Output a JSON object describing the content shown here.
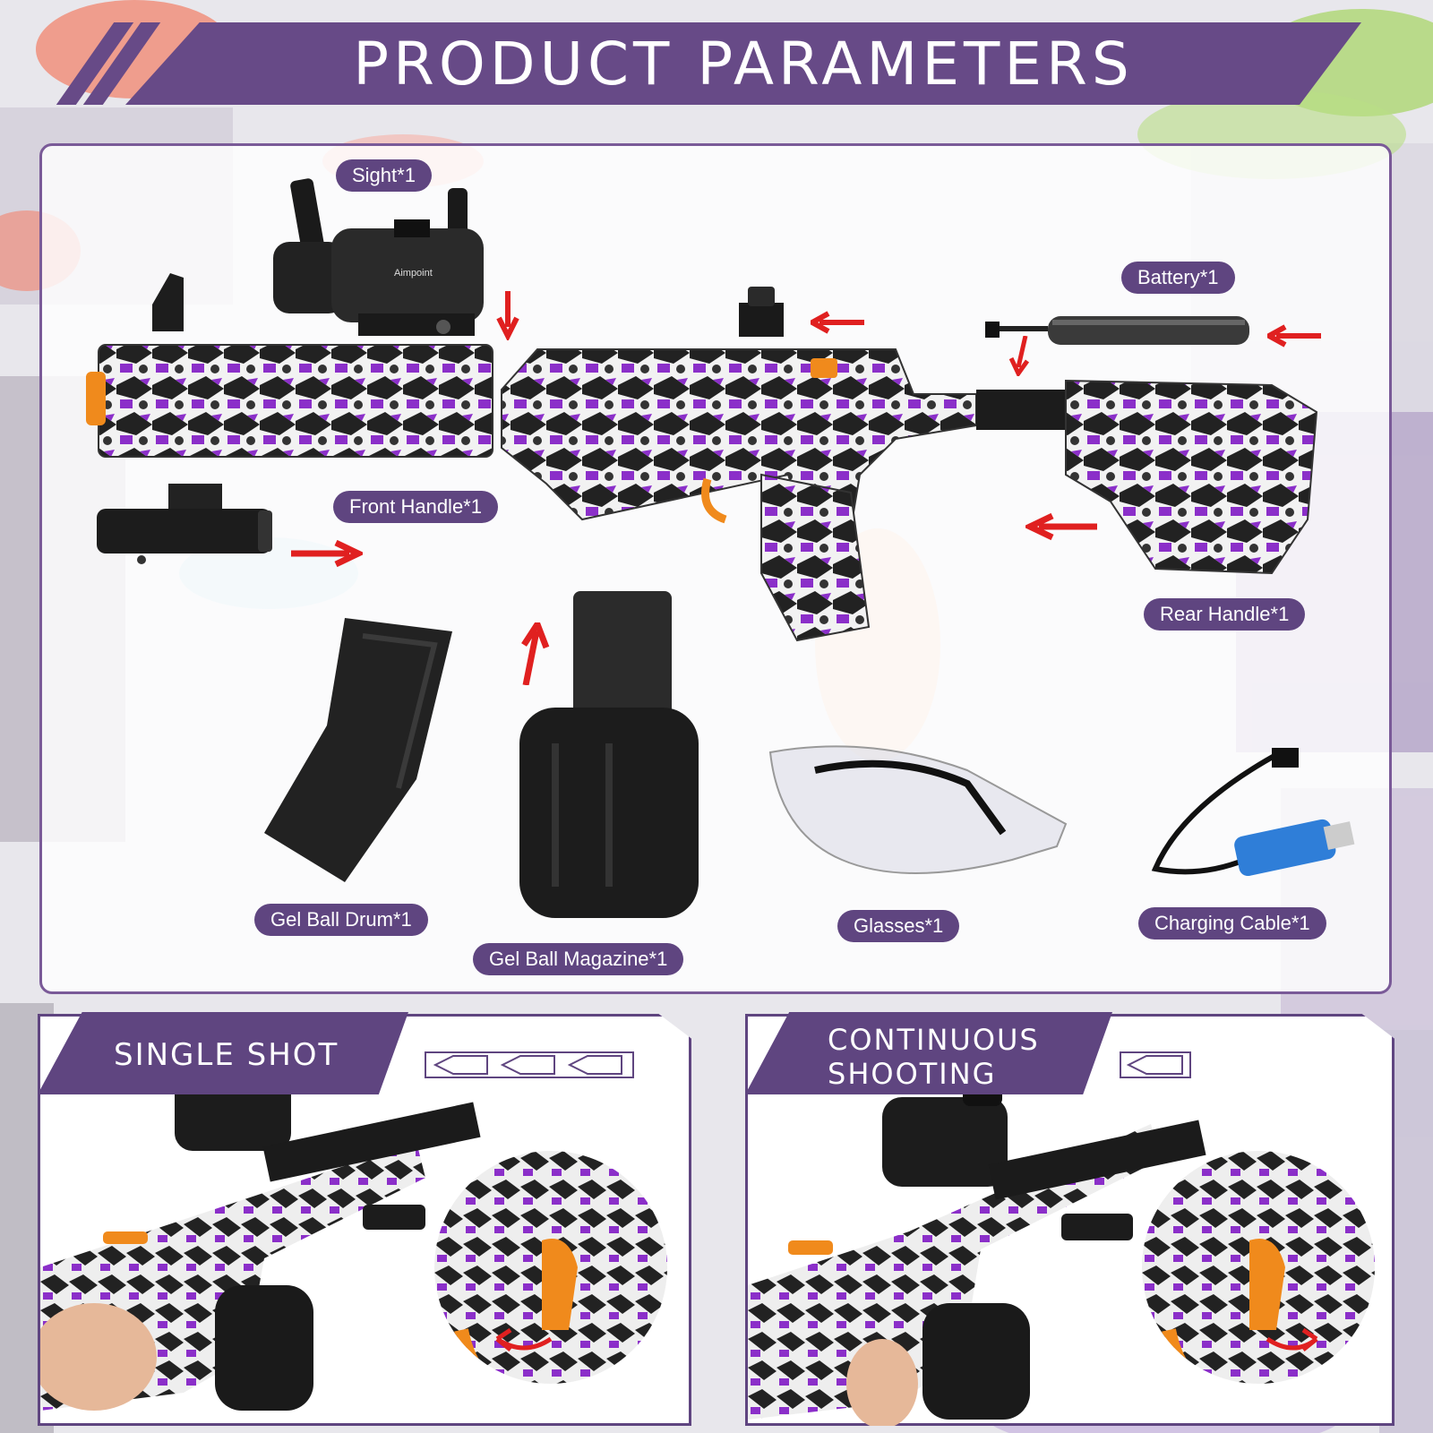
{
  "header": {
    "title": "PRODUCT PARAMETERS"
  },
  "labels": {
    "sight": "Sight*1",
    "battery": "Battery*1",
    "front_handle": "Front Handle*1",
    "rear_handle": "Rear Handle*1",
    "gel_ball_drum": "Gel Ball Drum*1",
    "gel_ball_magazine": "Gel Ball Magazine*1",
    "glasses": "Glasses*1",
    "charging_cable": "Charging Cable*1"
  },
  "sight_brand": "Aimpoint",
  "modes": {
    "single": {
      "title": "SINGLE SHOT",
      "bullets": 3
    },
    "continuous": {
      "title_line1": "CONTINUOUS",
      "title_line2": "SHOOTING",
      "bullets": 1
    }
  },
  "colors": {
    "accent": "#5f4580",
    "arrow": "#e02020",
    "orange": "#f08a1c",
    "body_purple": "#8b2fc9"
  }
}
